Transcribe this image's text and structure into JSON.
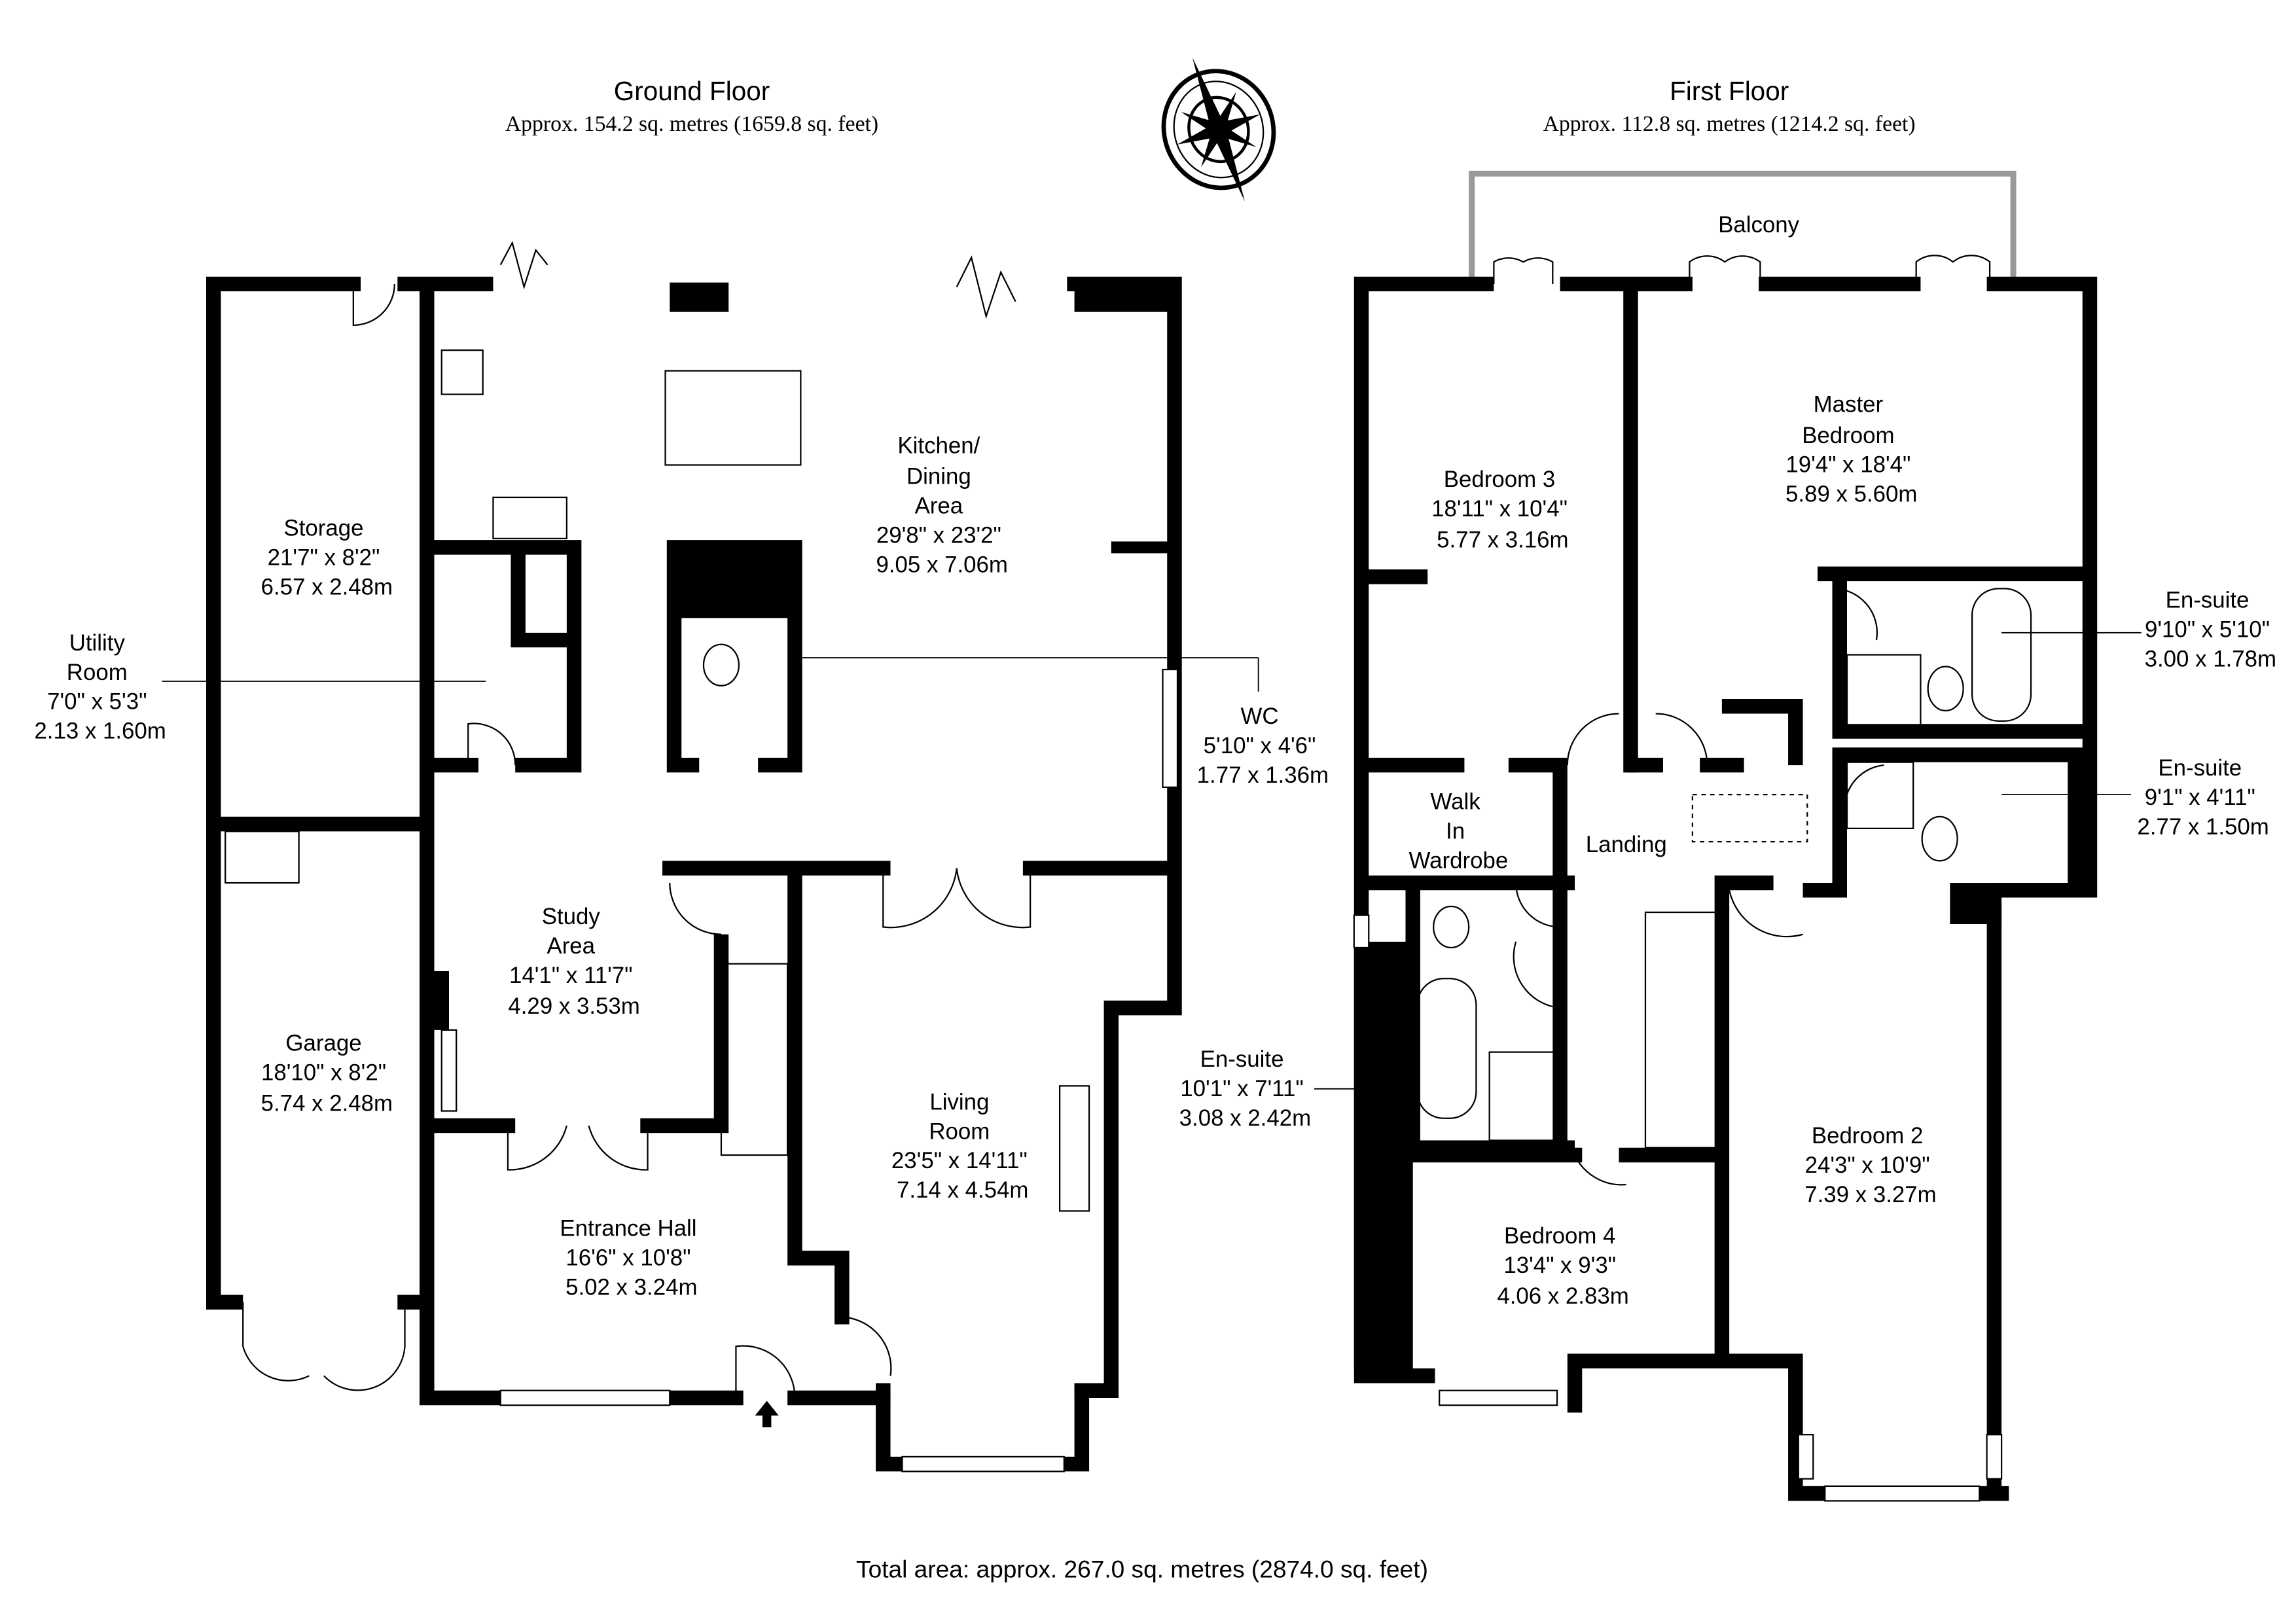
{
  "ground_floor": {
    "title": "Ground Floor",
    "area": "Approx. 154.2 sq. metres (1659.8 sq. feet)",
    "rooms": {
      "storage": {
        "name": [
          "Storage"
        ],
        "imperial": "21'7\" x 8'2\"",
        "metric": "6.57 x 2.48m"
      },
      "utility": {
        "name": [
          "Utility",
          "Room"
        ],
        "imperial": "7'0\" x 5'3\"",
        "metric": "2.13 x 1.60m"
      },
      "kitchen": {
        "name": [
          "Kitchen/",
          "Dining",
          "Area"
        ],
        "imperial": "29'8\" x 23'2\"",
        "metric": "9.05 x 7.06m"
      },
      "wc": {
        "name": [
          "WC"
        ],
        "imperial": "5'10\" x 4'6\"",
        "metric": "1.77 x 1.36m"
      },
      "study": {
        "name": [
          "Study",
          "Area"
        ],
        "imperial": "14'1\" x 11'7\"",
        "metric": "4.29 x 3.53m"
      },
      "garage": {
        "name": [
          "Garage"
        ],
        "imperial": "18'10\" x 8'2\"",
        "metric": "5.74 x 2.48m"
      },
      "living": {
        "name": [
          "Living",
          "Room"
        ],
        "imperial": "23'5\" x 14'11\"",
        "metric": "7.14 x 4.54m"
      },
      "hall": {
        "name": [
          "Entrance Hall"
        ],
        "imperial": "16'6\" x 10'8\"",
        "metric": "5.02 x 3.24m"
      }
    }
  },
  "first_floor": {
    "title": "First Floor",
    "area": "Approx. 112.8 sq. metres (1214.2 sq. feet)",
    "rooms": {
      "balcony": {
        "name": [
          "Balcony"
        ]
      },
      "bedroom3": {
        "name": [
          "Bedroom 3"
        ],
        "imperial": "18'11\" x 10'4\"",
        "metric": "5.77 x 3.16m"
      },
      "master": {
        "name": [
          "Master",
          "Bedroom"
        ],
        "imperial": "19'4\" x 18'4\"",
        "metric": "5.89 x 5.60m"
      },
      "ensuite1": {
        "name": [
          "En-suite"
        ],
        "imperial": "9'10\" x 5'10\"",
        "metric": "3.00 x 1.78m"
      },
      "ensuite2": {
        "name": [
          "En-suite"
        ],
        "imperial": "9'1\" x 4'11\"",
        "metric": "2.77 x 1.50m"
      },
      "wardrobe": {
        "name": [
          "Walk",
          "In",
          "Wardrobe"
        ]
      },
      "landing": {
        "name": [
          "Landing"
        ]
      },
      "ensuite3": {
        "name": [
          "En-suite"
        ],
        "imperial": "10'1\" x 7'11\"",
        "metric": "3.08 x 2.42m"
      },
      "bedroom2": {
        "name": [
          "Bedroom 2"
        ],
        "imperial": "24'3\" x 10'9\"",
        "metric": "7.39 x 3.27m"
      },
      "bedroom4": {
        "name": [
          "Bedroom 4"
        ],
        "imperial": "13'4\" x 9'3\"",
        "metric": "4.06 x 2.83m"
      }
    }
  },
  "total_area": "Total area: approx. 267.0 sq. metres (2874.0 sq. feet)",
  "compass": {
    "icon": "compass-rose-icon"
  }
}
